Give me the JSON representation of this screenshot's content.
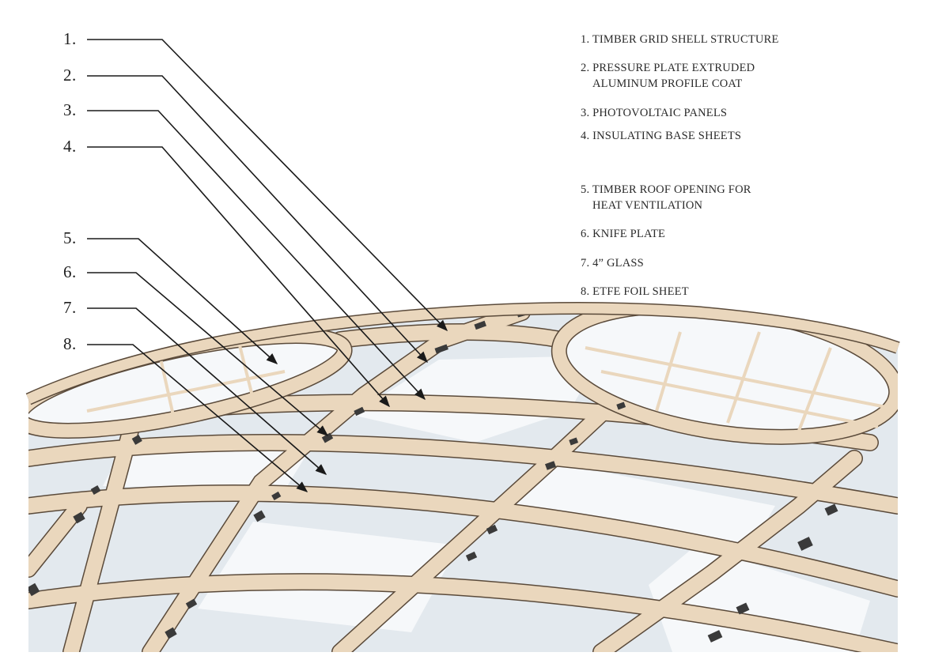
{
  "callouts": [
    "1.",
    "2.",
    "3.",
    "4.",
    "5.",
    "6.",
    "7.",
    "8."
  ],
  "legend": [
    {
      "lines": [
        "1. TIMBER GRID SHELL STRUCTURE"
      ]
    },
    {
      "lines": [
        "2. PRESSURE PLATE EXTRUDED",
        "ALUMINUM PROFILE COAT"
      ]
    },
    {
      "lines": [
        "3. PHOTOVOLTAIC PANELS"
      ]
    },
    {
      "lines": [
        "4. INSULATING BASE SHEETS"
      ]
    },
    {
      "lines": [
        "5. TIMBER ROOF OPENING FOR",
        "HEAT VENTILATION"
      ]
    },
    {
      "lines": [
        "6. KNIFE PLATE"
      ]
    },
    {
      "lines": [
        "7. 4” GLASS"
      ]
    },
    {
      "lines": [
        "8. ETFE FOIL SHEET"
      ]
    }
  ],
  "colors": {
    "timber": "#ead7bd",
    "timber_edge": "#5a4a3a",
    "panel": "#e3e9ee",
    "panel_light": "#f6f8fa",
    "bracket": "#3a3a3a",
    "leader": "#1a1a1a"
  }
}
